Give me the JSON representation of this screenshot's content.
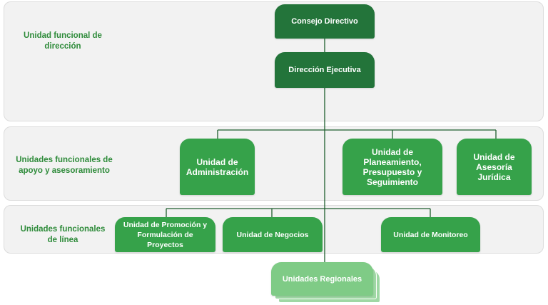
{
  "bands": {
    "direccion": {
      "label": "Unidad funcional de dirección"
    },
    "apoyo": {
      "label": "Unidades funcionales de apoyo y asesoramiento"
    },
    "linea": {
      "label": "Unidades funcionales de línea"
    }
  },
  "nodes": {
    "consejo": "Consejo Directivo",
    "direccion_ejecutiva": "Dirección Ejecutiva",
    "administracion": "Unidad de Administración",
    "planeamiento": "Unidad de Planeamiento, Presupuesto y Seguimiento",
    "asesoria": "Unidad de Asesoría Jurídica",
    "promocion": "Unidad de Promoción y Formulación de Proyectos",
    "negocios": "Unidad de Negocios",
    "monitoreo": "Unidad de Monitoreo",
    "regionales": "Unidades Regionales"
  },
  "colors": {
    "top_level": "#23743a",
    "unit": "#36a24a",
    "regional": "#7fcb86",
    "band_label": "#2e8b3a",
    "band_bg": "#f2f2f2",
    "connector": "#1e5e2e"
  }
}
